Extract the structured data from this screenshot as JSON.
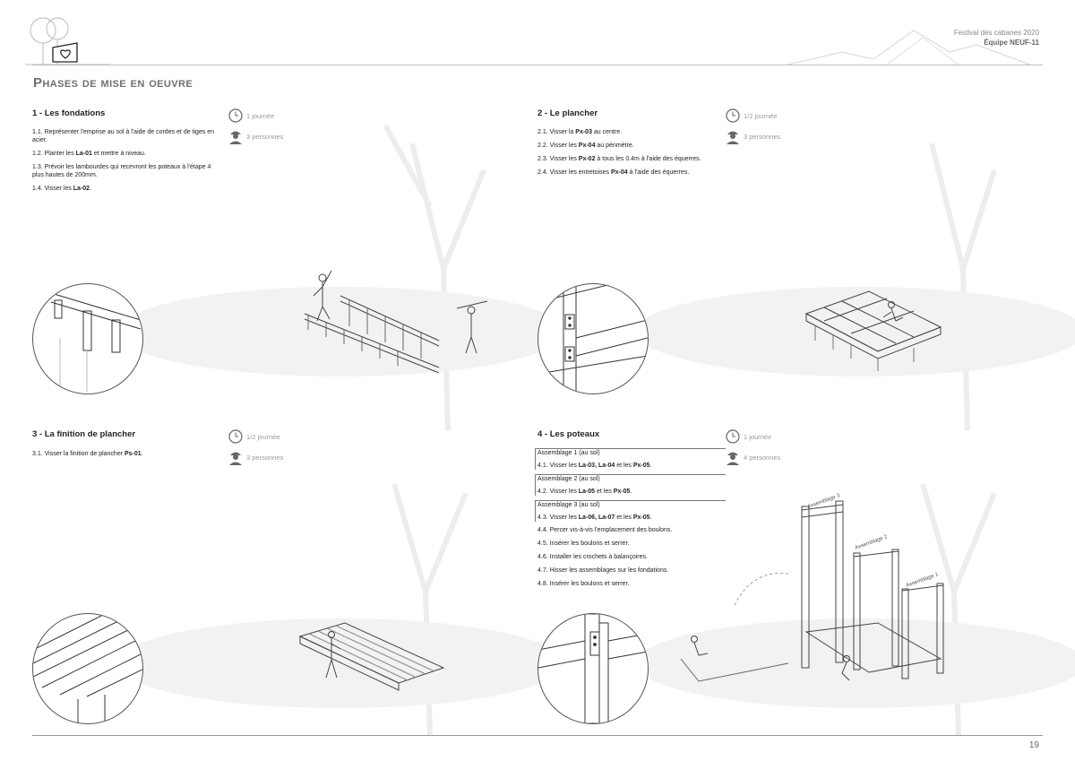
{
  "header": {
    "event": "Festival des cabanes 2020",
    "team": "Équipe NEUF-11",
    "logo": "heart-cabin-logo"
  },
  "page": {
    "title": "Phases de mise en oeuvre",
    "number": "19"
  },
  "icons": {
    "duration": "clock-icon",
    "people": "worker-icon"
  },
  "sections": [
    {
      "title": "1 - Les fondations",
      "duration": "1 journée",
      "people": "3 personnes",
      "steps": [
        {
          "pre": "1.1. Représenter l'emprise au sol à l'aide de cordes et de tiges en acier.",
          "bold": "",
          "post": ""
        },
        {
          "pre": "1.2. Planter les ",
          "bold": "La-01",
          "post": " et mettre à niveau."
        },
        {
          "pre": "1.3. Prévoir les lambourdes qui recevront les poteaux à l'étape 4 plus hautes de 200mm.",
          "bold": "",
          "post": ""
        },
        {
          "pre": "1.4. Visser les ",
          "bold": "La-02",
          "post": "."
        }
      ]
    },
    {
      "title": "2 - Le plancher",
      "duration": "1/2 journée",
      "people": "3 personnes",
      "steps": [
        {
          "pre": "2.1. Visser la ",
          "bold": "Px-03",
          "post": " au centre."
        },
        {
          "pre": "2.2. Visser les ",
          "bold": "Px-04",
          "post": " au périmètre."
        },
        {
          "pre": "2.3. Visser les ",
          "bold": "Px-02",
          "post": " à tous les 0.4m à l'aide des équerres."
        },
        {
          "pre": "2.4. Visser les entretoises ",
          "bold": "Px-04",
          "post": " à l'aide des équerres."
        }
      ]
    },
    {
      "title": "3 - La finition de plancher",
      "duration": "1/2 journée",
      "people": "3 personnes",
      "steps": [
        {
          "pre": "3.1. Visser la finition de plancher ",
          "bold": "Ps-01",
          "post": "."
        }
      ]
    },
    {
      "title": "4 - Les poteaux",
      "duration": "1 journée",
      "people": "4 personnes",
      "assemblies": [
        {
          "label": "Assemblage 1 (au sol)",
          "step": {
            "pre": "4.1. Visser les ",
            "bold": "La-03, La-04",
            "post": " et les ",
            "bold2": "Px-05",
            "post2": "."
          }
        },
        {
          "label": "Assemblage 2 (au sol)",
          "step": {
            "pre": "4.2. Visser les ",
            "bold": "La-05",
            "post": " et les ",
            "bold2": "Px-05",
            "post2": "."
          }
        },
        {
          "label": "Assemblage 3 (au sol)",
          "step": {
            "pre": "4.3. Visser les ",
            "bold": "La-06, La-07",
            "post": " et les ",
            "bold2": "Px-05",
            "post2": "."
          }
        }
      ],
      "steps": [
        {
          "pre": "4.4. Percer vis-à-vis l'emplacement des boulons.",
          "bold": "",
          "post": ""
        },
        {
          "pre": "4.5. Insérer les boulons et serrer.",
          "bold": "",
          "post": ""
        },
        {
          "pre": "4.6. Installer les crochets à balançoires.",
          "bold": "",
          "post": ""
        },
        {
          "pre": "4.7. Hisser les assemblages sur les fondations.",
          "bold": "",
          "post": ""
        },
        {
          "pre": "4.8. Insérer les boulons et serrer.",
          "bold": "",
          "post": ""
        }
      ],
      "diagram_labels": [
        "Assemblage 3",
        "Assemblage 2",
        "Assemblage 1"
      ]
    }
  ]
}
